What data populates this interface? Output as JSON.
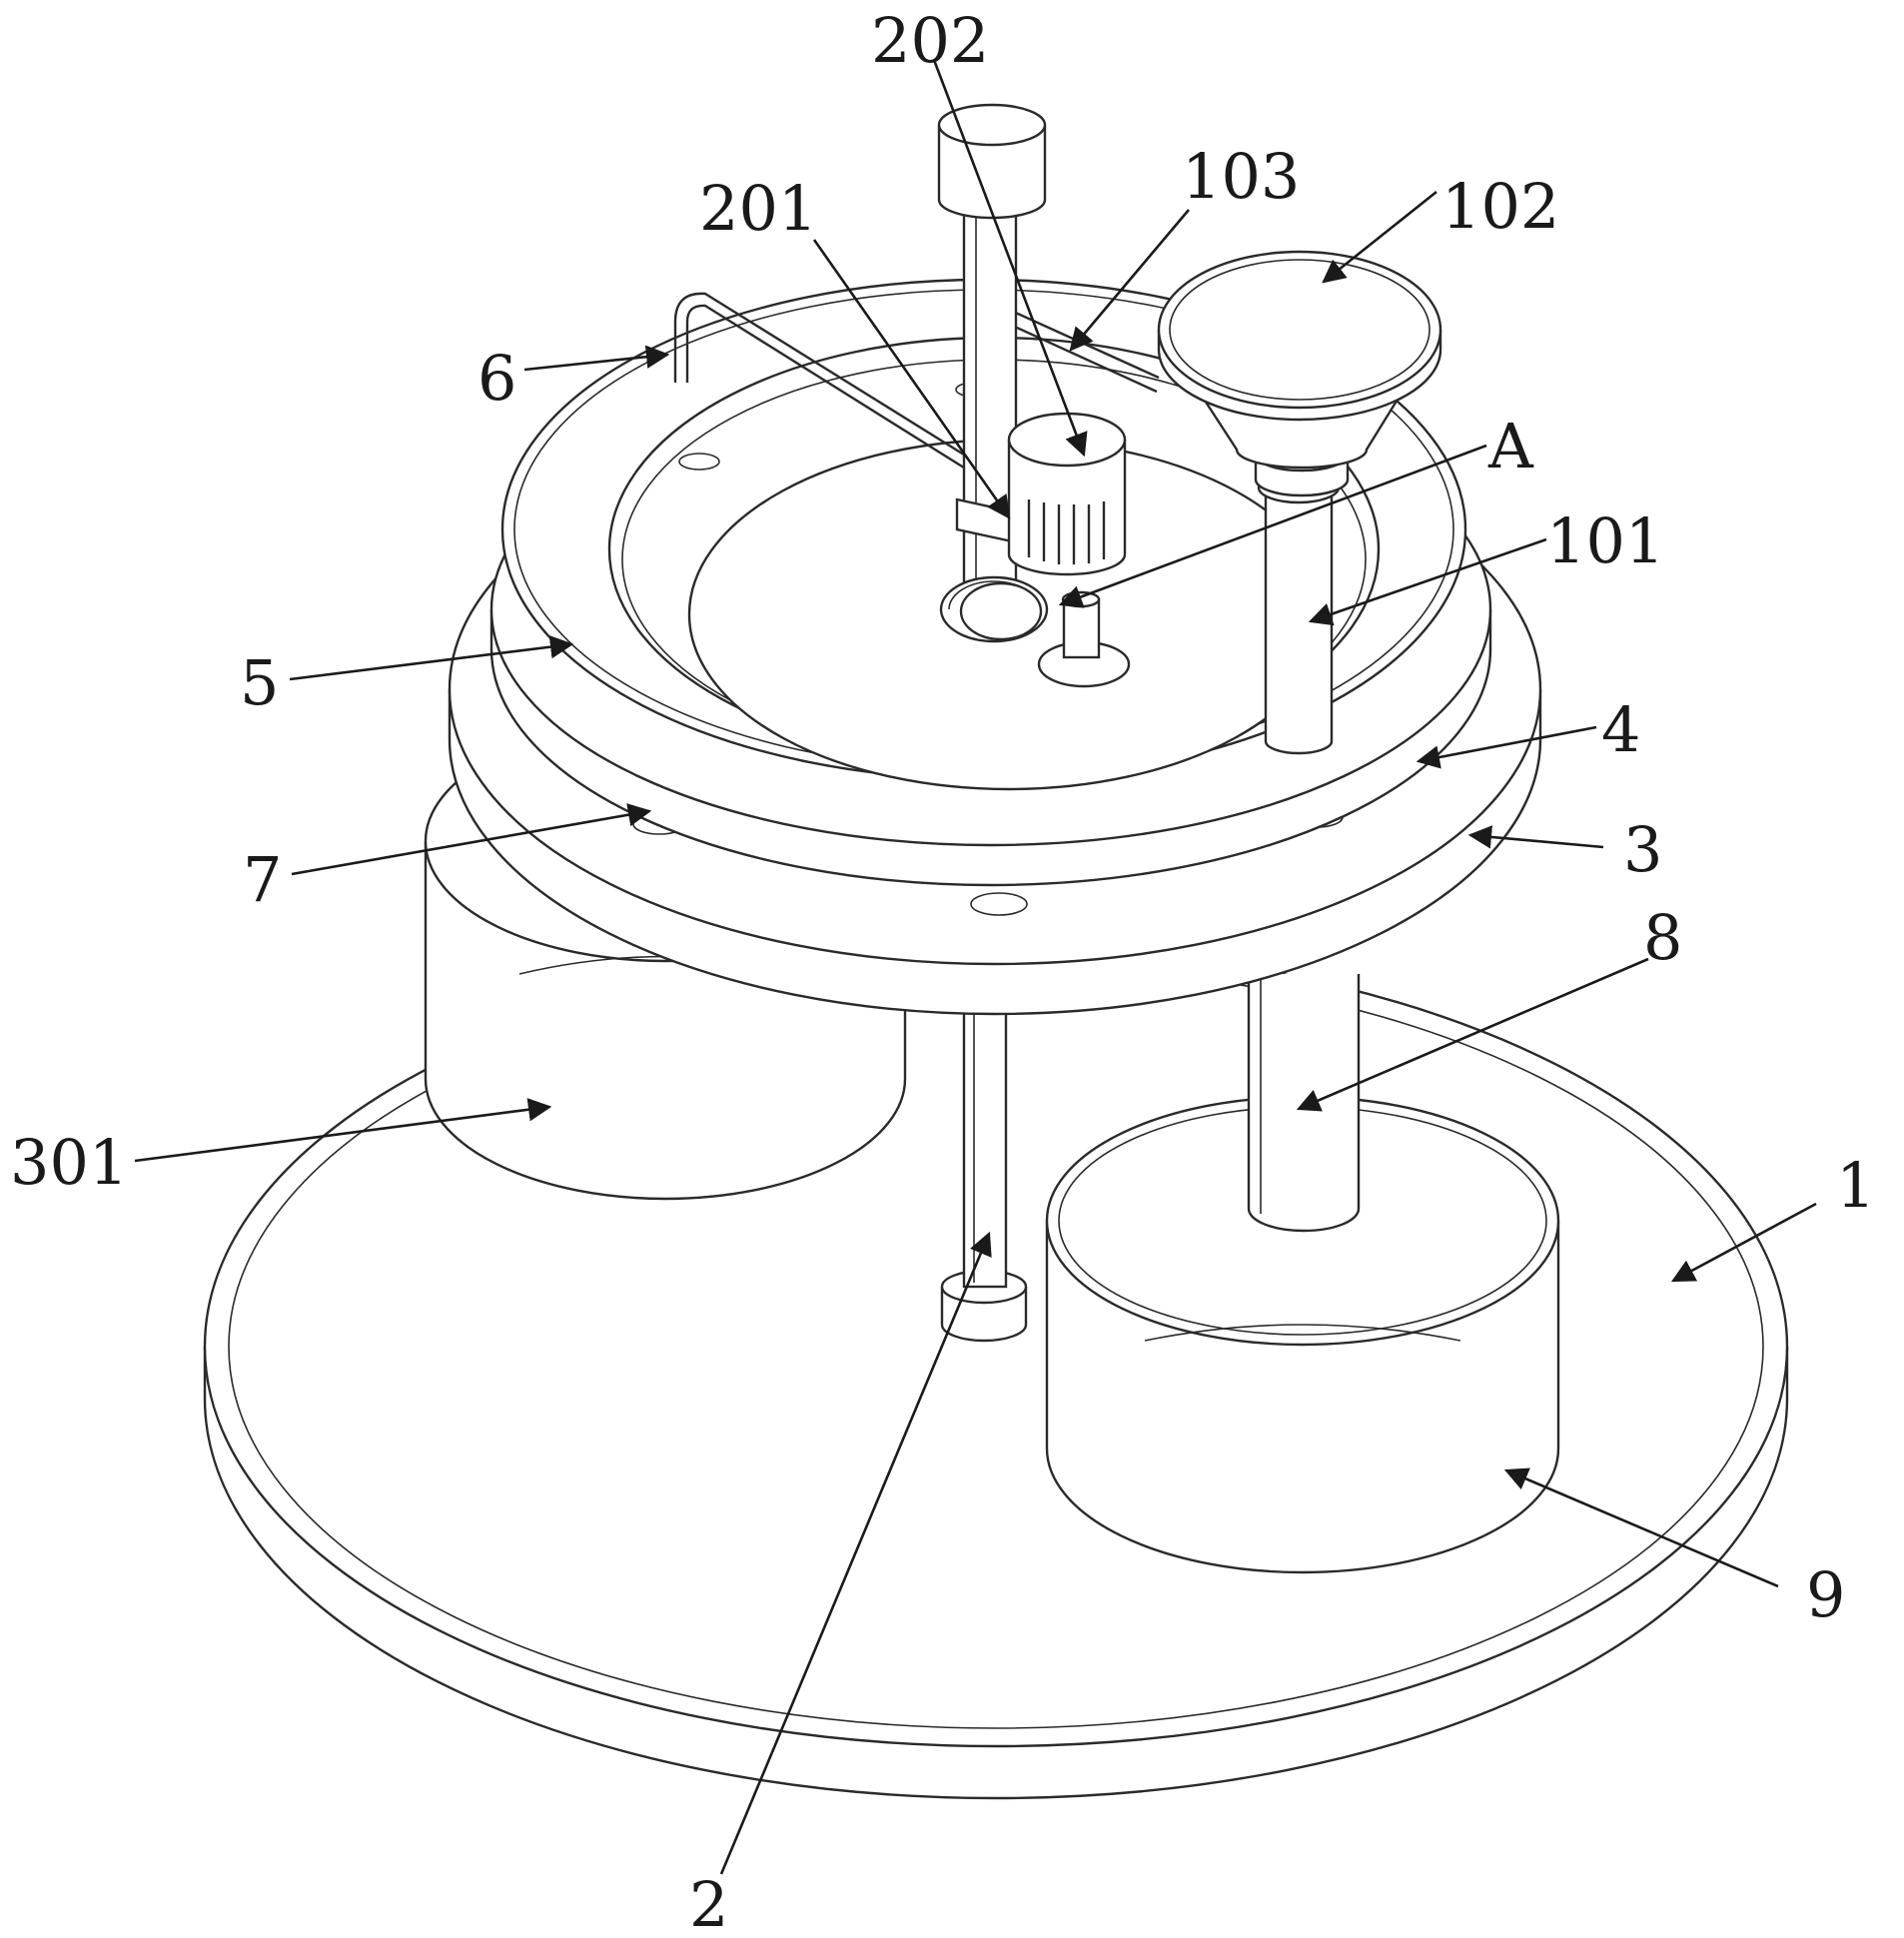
{
  "figure": {
    "labels": [
      {
        "id": "202",
        "text": "202"
      },
      {
        "id": "201",
        "text": "201"
      },
      {
        "id": "103",
        "text": "103"
      },
      {
        "id": "102",
        "text": "102"
      },
      {
        "id": "6",
        "text": "6"
      },
      {
        "id": "A",
        "text": "A"
      },
      {
        "id": "101",
        "text": "101"
      },
      {
        "id": "5",
        "text": "5"
      },
      {
        "id": "4",
        "text": "4"
      },
      {
        "id": "7",
        "text": "7"
      },
      {
        "id": "3",
        "text": "3"
      },
      {
        "id": "8",
        "text": "8"
      },
      {
        "id": "301",
        "text": "301"
      },
      {
        "id": "1",
        "text": "1"
      },
      {
        "id": "9",
        "text": "9"
      },
      {
        "id": "2",
        "text": "2"
      }
    ]
  },
  "colors": {
    "line": "#2a2a2a",
    "background": "#ffffff"
  }
}
